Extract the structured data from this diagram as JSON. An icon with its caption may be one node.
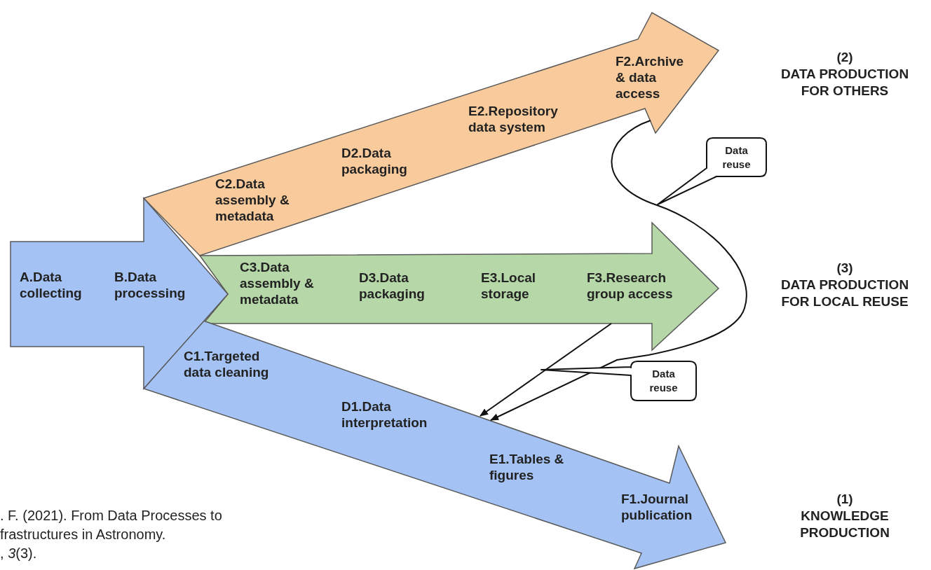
{
  "diagram": {
    "nodes": [
      {
        "text": [
          "A.Data collecting",
          "B.Data processing"
        ]
      },
      {
        "text": [
          "C2.Data assembly & metadata",
          "D2.Data packaging",
          "E2.Repository data system",
          "F2.Archive & data access"
        ]
      },
      {
        "text": [
          "C3.Data assembly & metadata",
          "D3.Data packaging",
          "E3.Local storage",
          "F3.Research group access"
        ]
      },
      {
        "text": [
          "C1.Targeted data cleaning",
          "D1.Data interpretation",
          "E1.Tables & figures",
          "F1.Journal publication"
        ]
      },
      {
        "text": [
          "Data reuse"
        ]
      },
      {
        "text": [
          "Data reuse"
        ]
      }
    ],
    "edges": [
      {
        "from": 1,
        "to": 3,
        "arrow": "to"
      },
      {
        "from": 2,
        "to": 3,
        "arrow": "to"
      }
    ],
    "labels": [
      "(2)",
      "DATA PRODUCTION FOR OTHERS",
      "(3)",
      "DATA PRODUCTION FOR LOCAL REUSE",
      "(1)",
      "KNOWLEDGE PRODUCTION",
      ". F. (2021). From Data Processes to",
      "frastructures in Astronomy.",
      ", *3*(3)."
    ]
  }
}
